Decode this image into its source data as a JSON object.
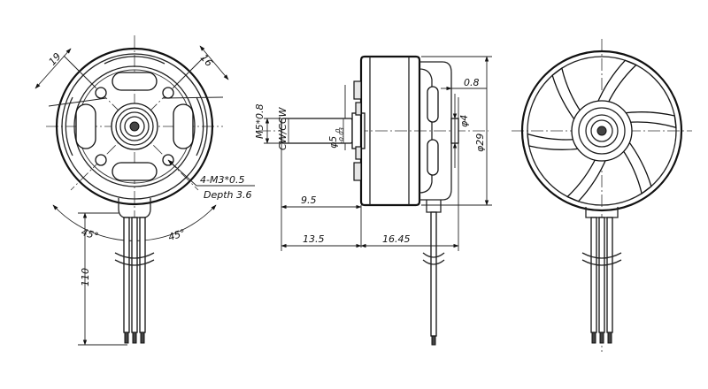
{
  "dimensions": {
    "front_mount_a": "19",
    "front_mount_b": "16",
    "angle_left": "45°",
    "angle_right": "45°",
    "lead_length": "110",
    "shaft_length": "9.5",
    "shaft_total": "13.5",
    "body_length": "16.45",
    "step": "0.8",
    "shaft_step_dia": "φ4",
    "body_dia": "φ29",
    "shaft_dia_prefix": "φ5",
    "shaft_tol_upper": "0",
    "shaft_tol_lower": "-0.03"
  },
  "notes": {
    "thread": "M5*0.8",
    "rotation": "CW/CCW",
    "holes": "4-M3*0.5",
    "depth": "Depth 3.6"
  }
}
